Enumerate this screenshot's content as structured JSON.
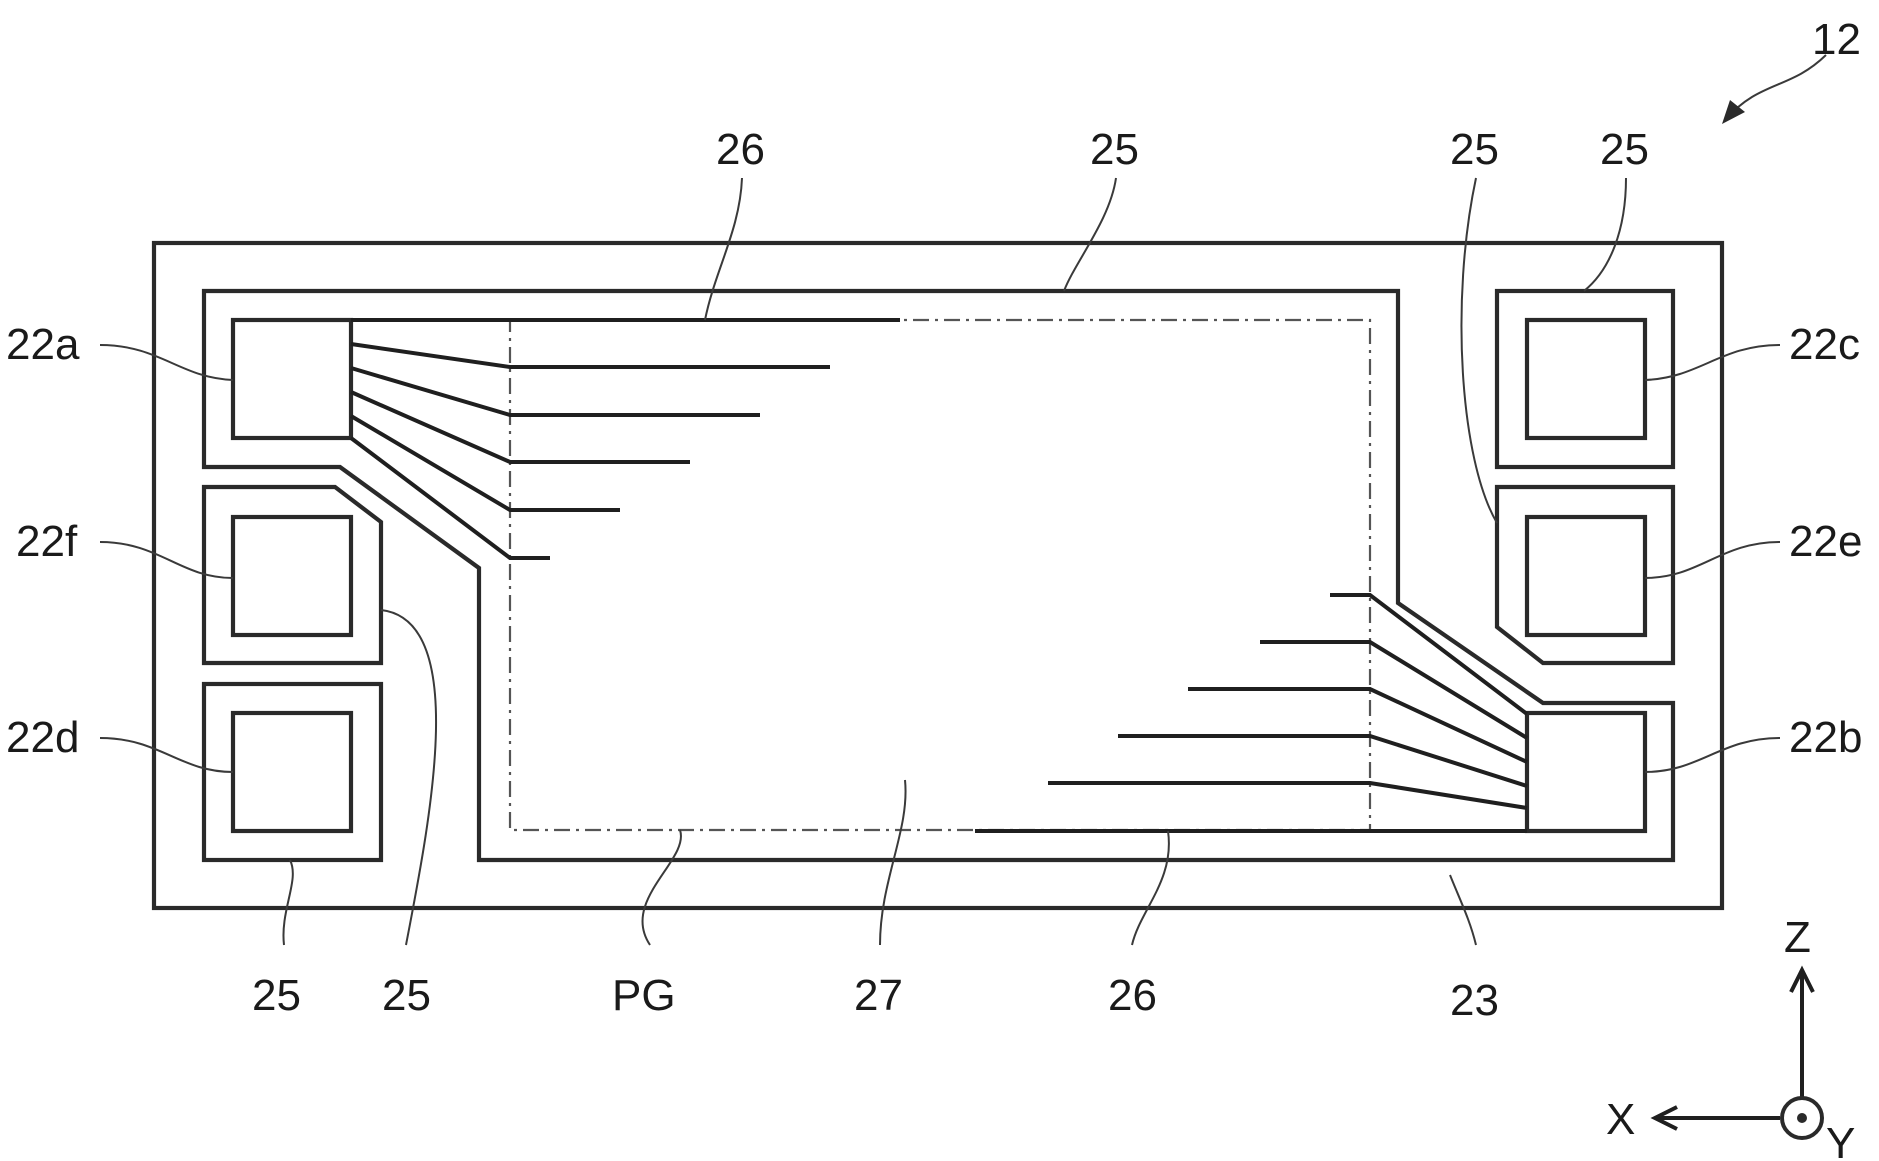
{
  "figure": {
    "ref_main": "12",
    "labels": {
      "22a": "22a",
      "22b": "22b",
      "22c": "22c",
      "22d": "22d",
      "22e": "22e",
      "22f": "22f",
      "r23": "23",
      "r25": "25",
      "r26": "26",
      "r27": "27",
      "pg": "PG"
    },
    "axes": {
      "z": "Z",
      "x": "X",
      "y": "Y"
    }
  }
}
